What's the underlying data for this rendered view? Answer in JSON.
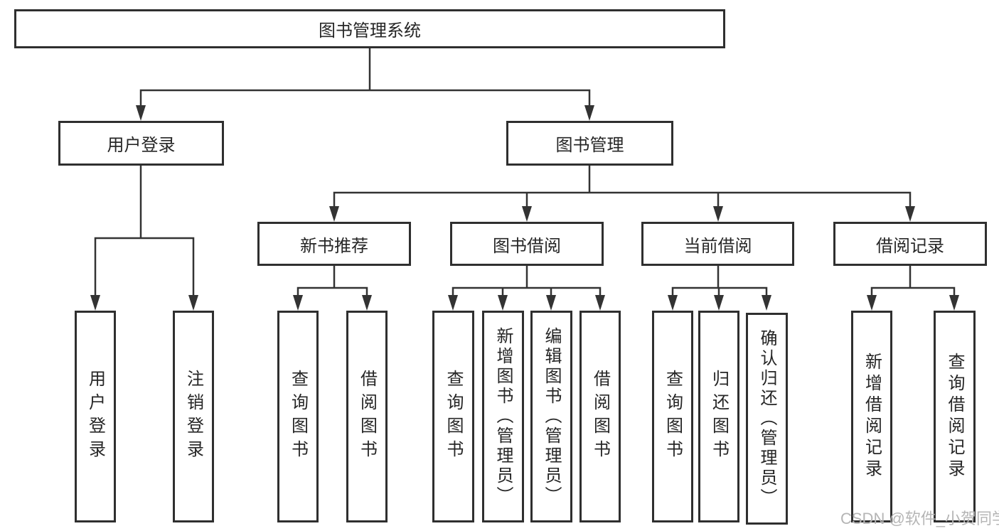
{
  "diagram": {
    "root": {
      "label": "图书管理系统"
    },
    "branches": [
      {
        "label": "用户登录",
        "children": [
          {
            "label": "用户登录"
          },
          {
            "label": "注销登录"
          }
        ]
      },
      {
        "label": "图书管理",
        "children": [
          {
            "label": "新书推荐",
            "children": [
              {
                "label": "查询图书"
              },
              {
                "label": "借阅图书"
              }
            ]
          },
          {
            "label": "图书借阅",
            "children": [
              {
                "label": "查询图书"
              },
              {
                "label": "新增图书（管理员）"
              },
              {
                "label": "编辑图书（管理员）"
              },
              {
                "label": "借阅图书"
              }
            ]
          },
          {
            "label": "当前借阅",
            "children": [
              {
                "label": "查询图书"
              },
              {
                "label": "归还图书"
              },
              {
                "label": "确认归还（管理员）"
              }
            ]
          },
          {
            "label": "借阅记录",
            "children": [
              {
                "label": "新增借阅记录"
              },
              {
                "label": "查询借阅记录"
              }
            ]
          }
        ]
      }
    ]
  },
  "watermark": {
    "text": "CSDN @软件_小贺同学"
  },
  "colors": {
    "line": "#333333",
    "box-border": "#2f2f2f",
    "text": "#262626",
    "watermark": "#b5b5b5",
    "background": "#ffffff"
  }
}
